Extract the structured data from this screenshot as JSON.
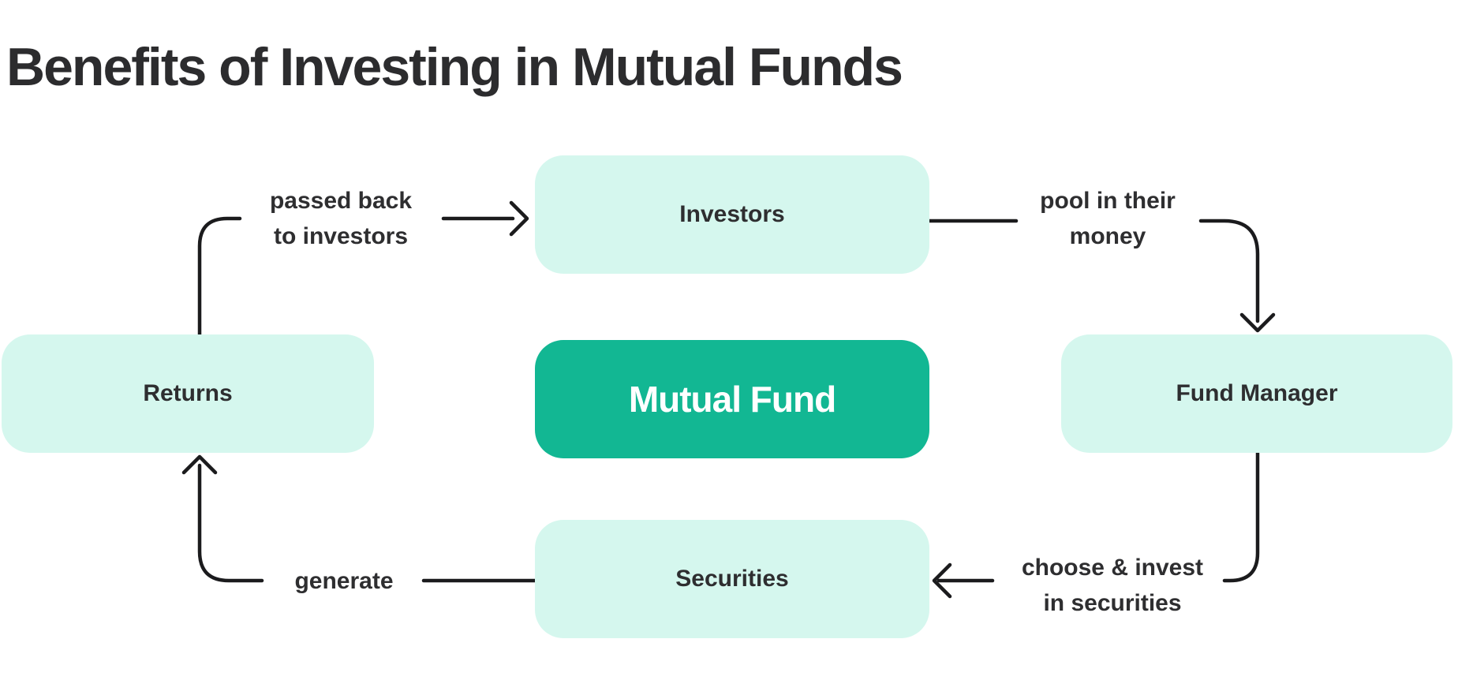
{
  "title": "Benefits of Investing in Mutual Funds",
  "nodes": {
    "investors": {
      "label": "Investors"
    },
    "mutual_fund": {
      "label": "Mutual Fund"
    },
    "fund_manager": {
      "label": "Fund Manager"
    },
    "securities": {
      "label": "Securities"
    },
    "returns": {
      "label": "Returns"
    }
  },
  "edges": {
    "passed_back": {
      "from": "Returns",
      "to": "Investors",
      "lines": [
        "passed back",
        "to investors"
      ]
    },
    "pool": {
      "from": "Investors",
      "to": "Fund Manager",
      "lines": [
        "pool in their",
        "money"
      ]
    },
    "choose": {
      "from": "Fund Manager",
      "to": "Securities",
      "lines": [
        "choose & invest",
        "in securities"
      ]
    },
    "generate": {
      "from": "Securities",
      "to": "Returns",
      "lines": [
        "generate"
      ]
    }
  },
  "colors": {
    "node_fill": "#d5f7ee",
    "accent_fill": "#12b793",
    "accent_text": "#ffffff",
    "text": "#2e2e30",
    "arrow": "#1b1b1d",
    "background": "#ffffff"
  }
}
